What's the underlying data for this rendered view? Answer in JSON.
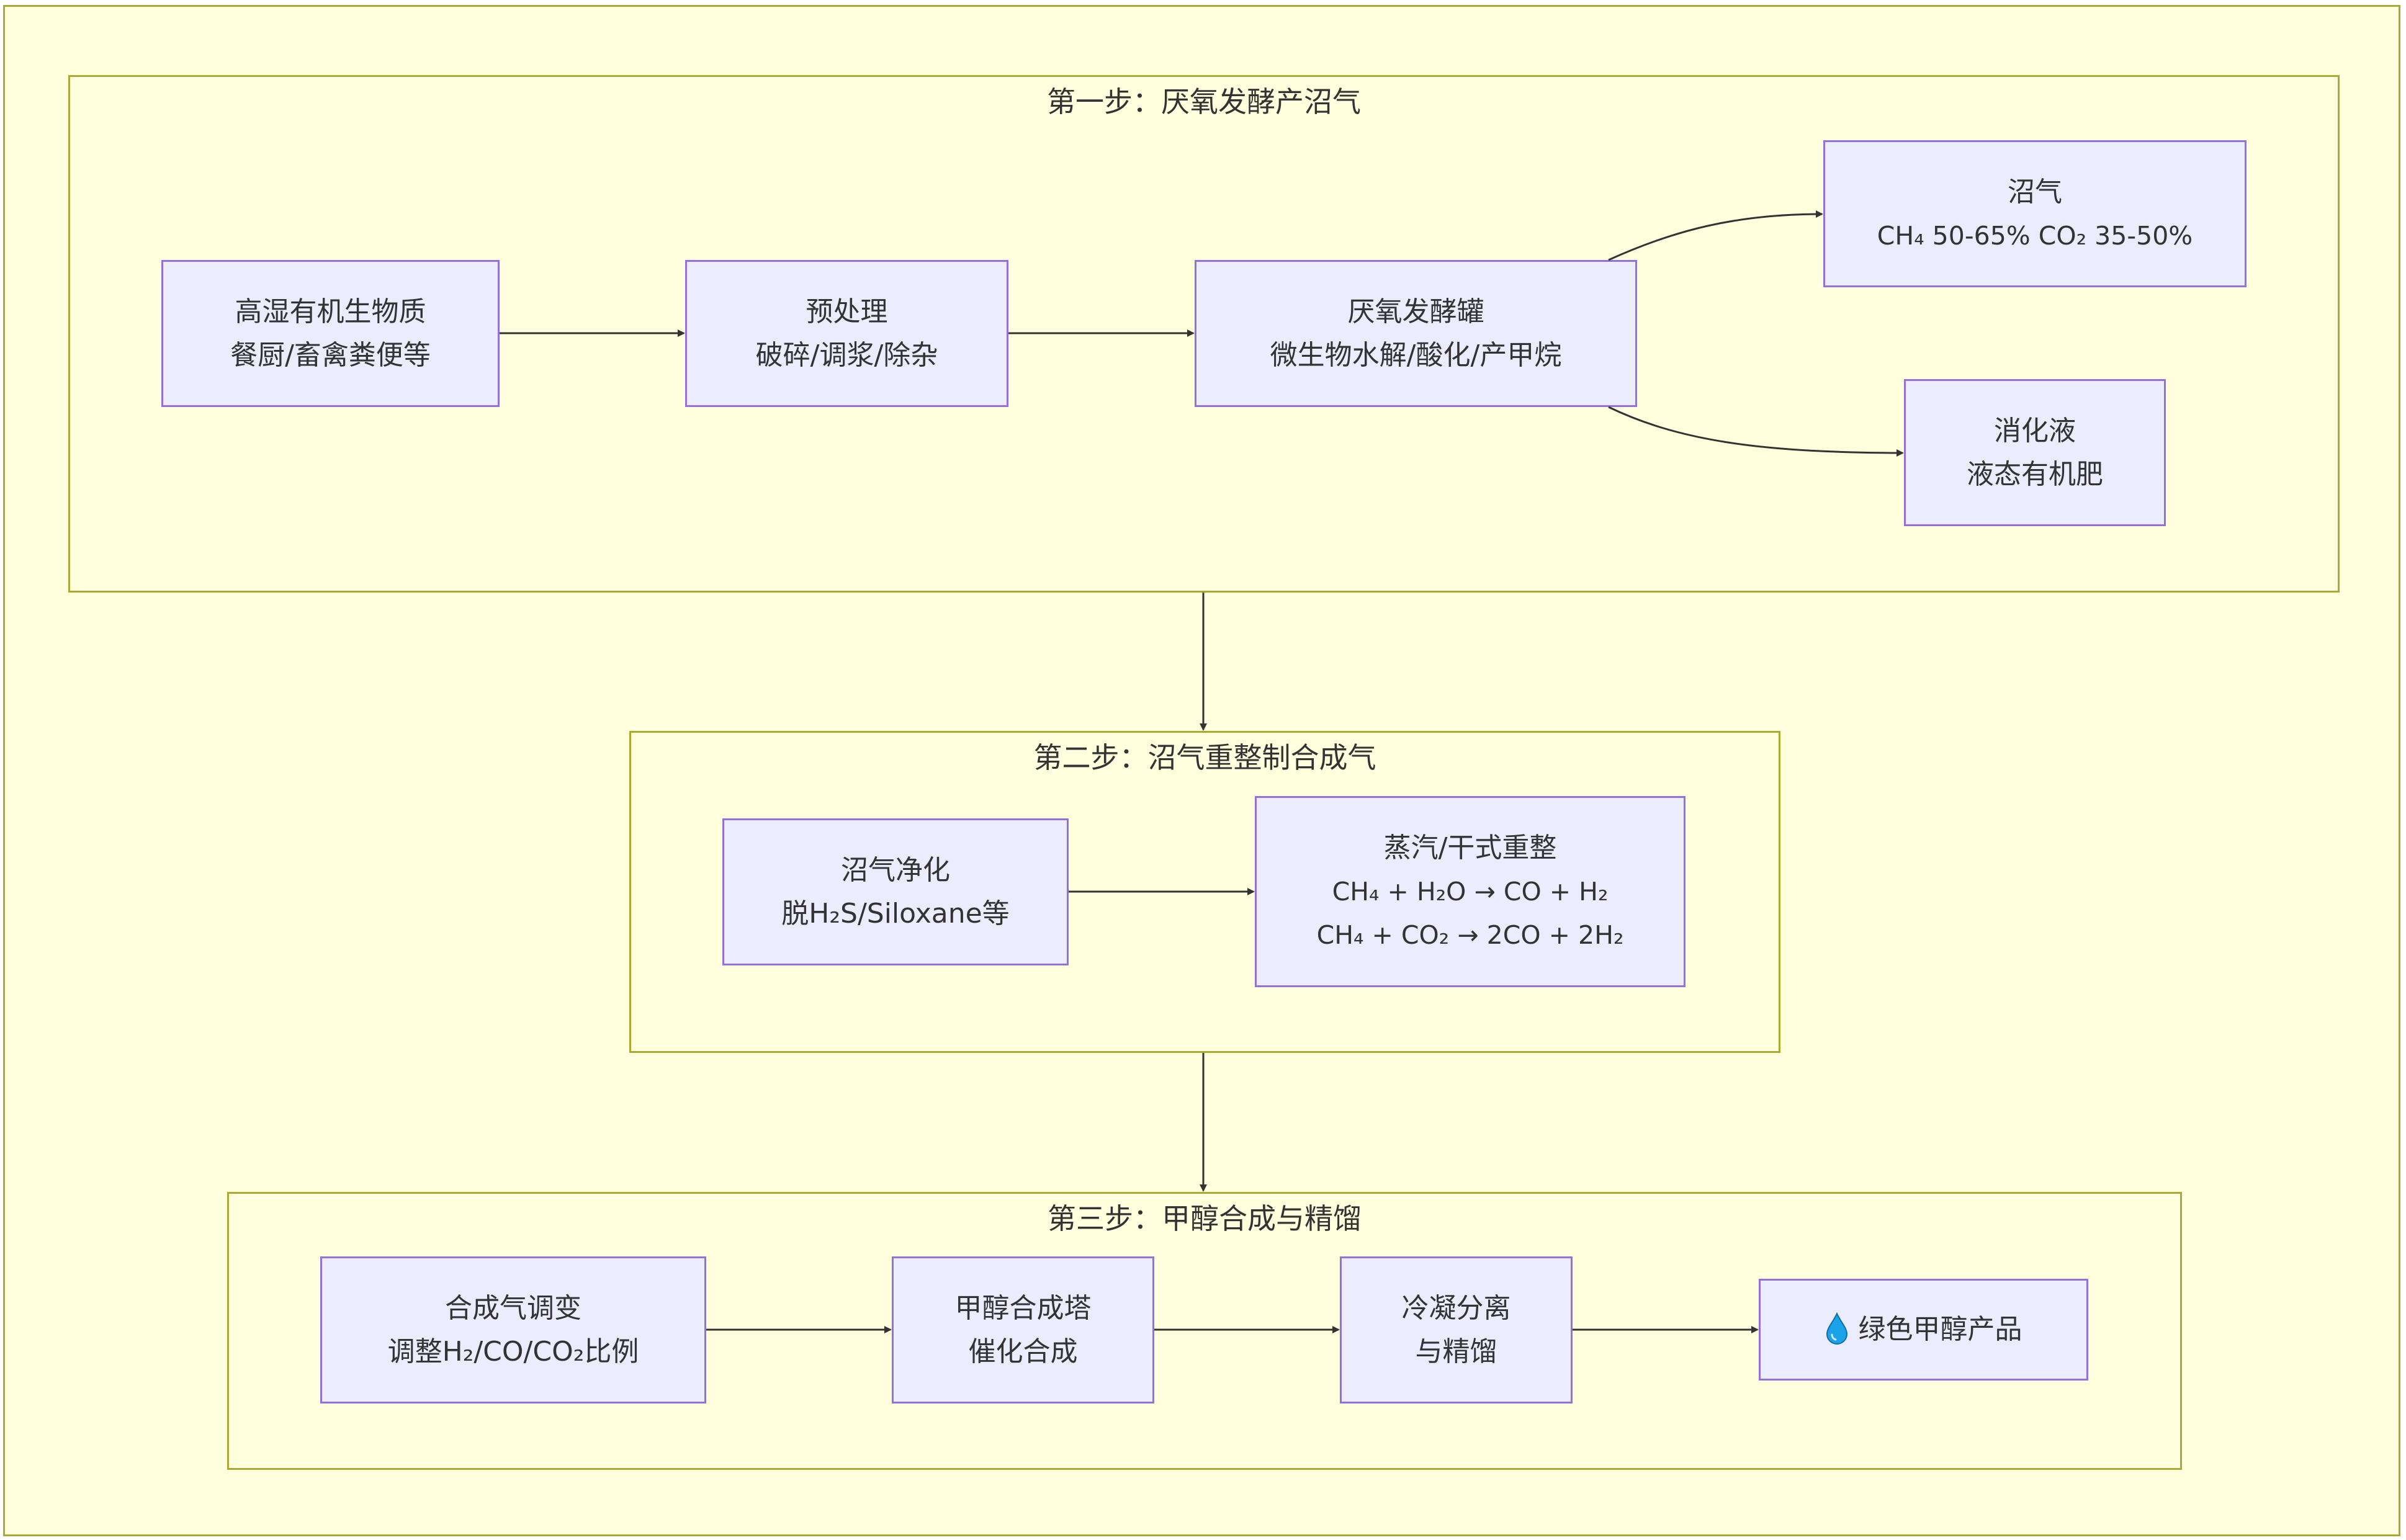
{
  "colors": {
    "cluster_fill": "#ffffde",
    "cluster_border": "#aaaa33",
    "node_fill": "#ececff",
    "node_border": "#9370db",
    "edge": "#333333",
    "icon": "#1aa3e8"
  },
  "clusters": {
    "step1": {
      "title": "第一步：厌氧发酵产沼气"
    },
    "step2": {
      "title": "第二步：沼气重整制合成气"
    },
    "step3": {
      "title": "第三步：甲醇合成与精馏"
    }
  },
  "nodes": {
    "biomass": {
      "line1": "高湿有机生物质",
      "line2": "餐厨/畜禽粪便等"
    },
    "pretreatment": {
      "line1": "预处理",
      "line2": "破碎/调浆/除杂"
    },
    "digester": {
      "line1": "厌氧发酵罐",
      "line2": "微生物水解/酸化/产甲烷"
    },
    "biogas": {
      "line1": "沼气",
      "line2": "CH₄ 50-65% CO₂ 35-50%"
    },
    "digestate": {
      "line1": "消化液",
      "line2": "液态有机肥"
    },
    "purification": {
      "line1": "沼气净化",
      "line2": "脱H₂S/Siloxane等"
    },
    "reforming": {
      "line1": "蒸汽/干式重整",
      "line2": "CH₄ + H₂O → CO + H₂",
      "line3": "CH₄ + CO₂ → 2CO + 2H₂"
    },
    "adjust": {
      "line1": "合成气调变",
      "line2": "调整H₂/CO/CO₂比例"
    },
    "synthesis": {
      "line1": "甲醇合成塔",
      "line2": "催化合成"
    },
    "separation": {
      "line1": "冷凝分离",
      "line2": "与精馏"
    },
    "product": {
      "label": "绿色甲醇产品",
      "icon": "droplet-icon"
    }
  }
}
